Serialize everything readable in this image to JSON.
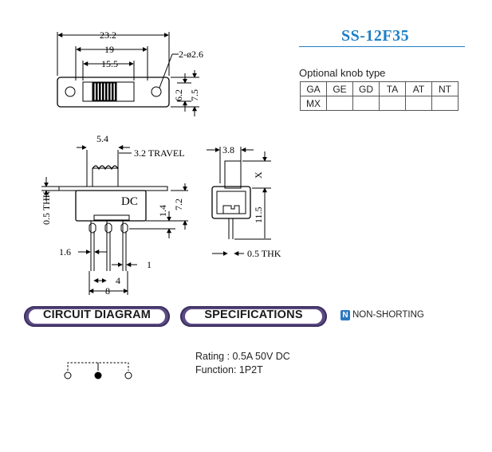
{
  "title": "SS-12F35",
  "knob": {
    "label": "Optional knob type",
    "row1": [
      "GA",
      "GE",
      "GD",
      "TA",
      "AT",
      "NT"
    ],
    "row2": [
      "MX",
      "",
      "",
      "",
      "",
      ""
    ]
  },
  "dims": {
    "top_overall": "23.2",
    "top_holes": "19",
    "top_slot": "15.5",
    "hole_note": "2-ø2.6",
    "top_h1": "6.2",
    "top_h2": "7.5",
    "side_knob": "5.4",
    "side_travel": "3.2 TRAVEL",
    "side_thk": "0.5 THK",
    "side_h1": "1.4",
    "side_h2": "7.2",
    "side_pin": "1.6",
    "side_pitch": "4",
    "side_total": "8",
    "side_pin_right": "1",
    "side_label": "DC",
    "end_width": "3.8",
    "end_x": "X",
    "end_h": "11.5",
    "end_thk": "0.5 THK"
  },
  "headers": {
    "circuit": "CIRCUIT DIAGRAM",
    "specs": "SPECIFICATIONS"
  },
  "non_shorting": {
    "badge": "N",
    "text": "NON-SHORTING"
  },
  "specs": {
    "rating": "Rating : 0.5A 50V DC",
    "function": "Function: 1P2T"
  },
  "colors": {
    "title_blue": "#1f7fc6",
    "pill_purple": "#5b4a82",
    "badge_blue": "#2b78c2"
  }
}
